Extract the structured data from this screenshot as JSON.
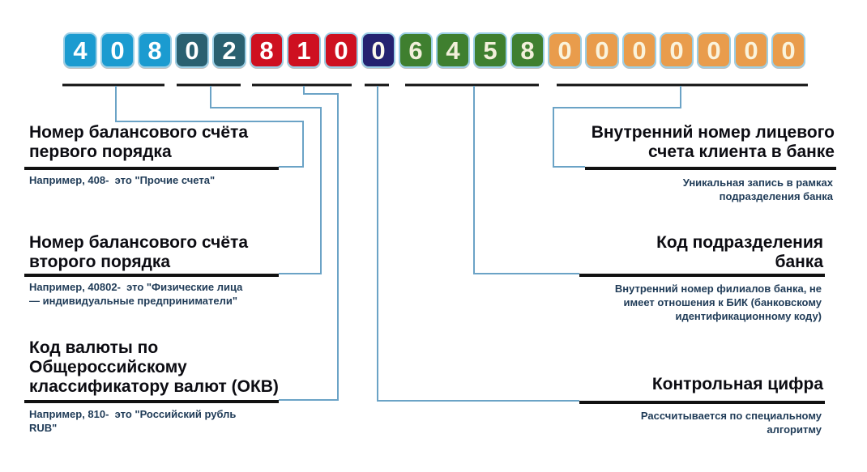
{
  "account": {
    "full_number": "40802810064580000000",
    "groups": [
      {
        "name": "balance-first-order",
        "digits": "408",
        "box_color": "#1B9BD0",
        "digit_color": "#FFFFFF"
      },
      {
        "name": "balance-second-order",
        "digits": "02",
        "box_color": "#2A6070",
        "digit_color": "#FFFFFF"
      },
      {
        "name": "currency-code",
        "digits": "810",
        "box_color": "#CE1020",
        "digit_color": "#FFFFFF"
      },
      {
        "name": "control-digit",
        "digits": "0",
        "box_color": "#242270",
        "digit_color": "#FBF8EC"
      },
      {
        "name": "branch-code",
        "digits": "6458",
        "box_color": "#3F7F2F",
        "digit_color": "#F2EFDA"
      },
      {
        "name": "internal-account",
        "digits": "0000000",
        "box_color": "#E99C4C",
        "digit_color": "#FAF3DC"
      }
    ]
  },
  "labels": {
    "left": [
      {
        "title": "Номер балансового счёта\nпервого порядка",
        "note": "Например, 408-  это \"Прочие счета\""
      },
      {
        "title": "Номер балансового счёта\nвторого порядка",
        "note": "Например, 40802-  это \"Физические лица\n— индивидуальные предприниматели\""
      },
      {
        "title": "Код валюты по\nОбщероссийскому\nклассификатору валют (ОКВ)",
        "note": "Например, 810-  это \"Российский рубль\nRUB\""
      }
    ],
    "right": [
      {
        "title": "Внутренний номер лицевого\nсчета клиента в банке",
        "note": "Уникальная запись в рамках\nподразделения банка"
      },
      {
        "title": "Код подразделения\nбанка",
        "note": "Внутренний номер филиалов банка, не\nимеет отношения к БИК (банковскому\nидентификационному коду)"
      },
      {
        "title": "Контрольная цифра",
        "note": "Рассчитывается по специальному\nалгоритму"
      }
    ]
  },
  "colors": {
    "connector_line": "#6BA3C6",
    "underline": "#111111",
    "box_border": "#9CCFE6",
    "note_text": "#1F3B57"
  }
}
